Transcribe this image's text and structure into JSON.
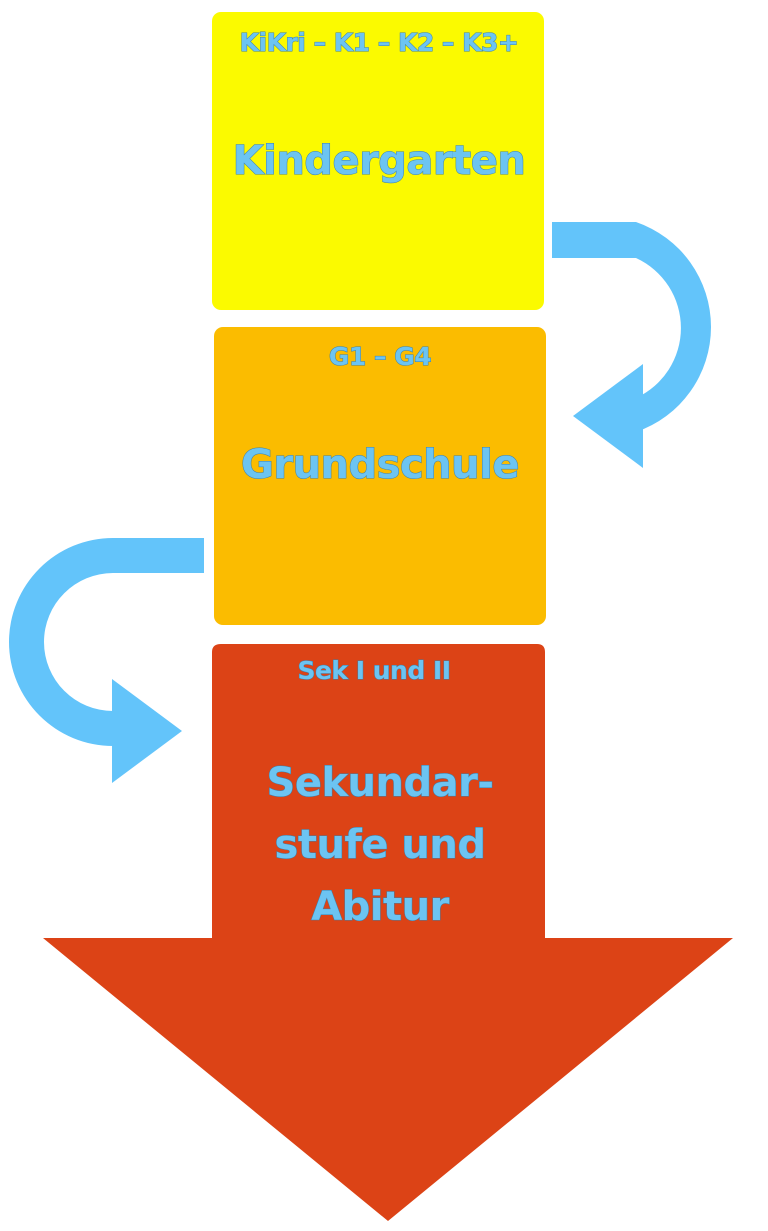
{
  "colors": {
    "kindergarten": "#fbfa00",
    "grundschule": "#fbbc00",
    "sekundarstufe": "#dc4316",
    "arrow": "#63c4fa",
    "text": "#6cc4f2"
  },
  "stages": {
    "kindergarten": {
      "sub": "KiKri – K1 – K2 – K3+",
      "title": "Kindergarten"
    },
    "grundschule": {
      "sub": "G1 – G4",
      "title": "Grundschule"
    },
    "sekundarstufe": {
      "sub": "Sek I und II",
      "title_lines": [
        "Sekundar-",
        "stufe und",
        "Abitur"
      ]
    }
  }
}
